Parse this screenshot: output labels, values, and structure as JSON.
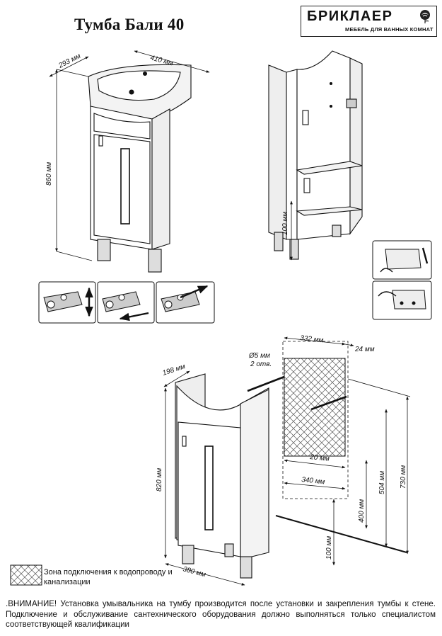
{
  "document": {
    "title": "Тумба Бали 40",
    "brand": {
      "name": "БРИКЛАЕР",
      "tagline": "МЕБЕЛЬ ДЛЯ ВАННЫХ КОМНАТ"
    }
  },
  "dimensions": {
    "depth_top": "293 мм",
    "width_top": "410 мм",
    "height_total": "860 мм",
    "leg_height_side": "100 мм",
    "zone_width": "332 мм",
    "wall_offset": "24 мм",
    "hole_note_1": "Ø5 мм",
    "hole_note_2": "2 отв.",
    "body_depth": "198 мм",
    "body_height": "820 мм",
    "body_width": "380 мм",
    "leg_height": "100 мм",
    "zone_edge": "20 мм",
    "holes_spacing": "340 мм",
    "zone_bottom": "400 мм",
    "holes_height": "504 мм",
    "zone_top": "730 мм"
  },
  "legend": {
    "zone_label": "Зона подключения к водопроводу и канализации"
  },
  "notice": {
    "text": ".ВНИМАНИЕ! Установка умывальника на тумбу производится после установки и закрепления тумбы к стене. Подключение и обслуживание сантехнического оборудования должно выполняться только специалистом соответствующей квалификации"
  }
}
